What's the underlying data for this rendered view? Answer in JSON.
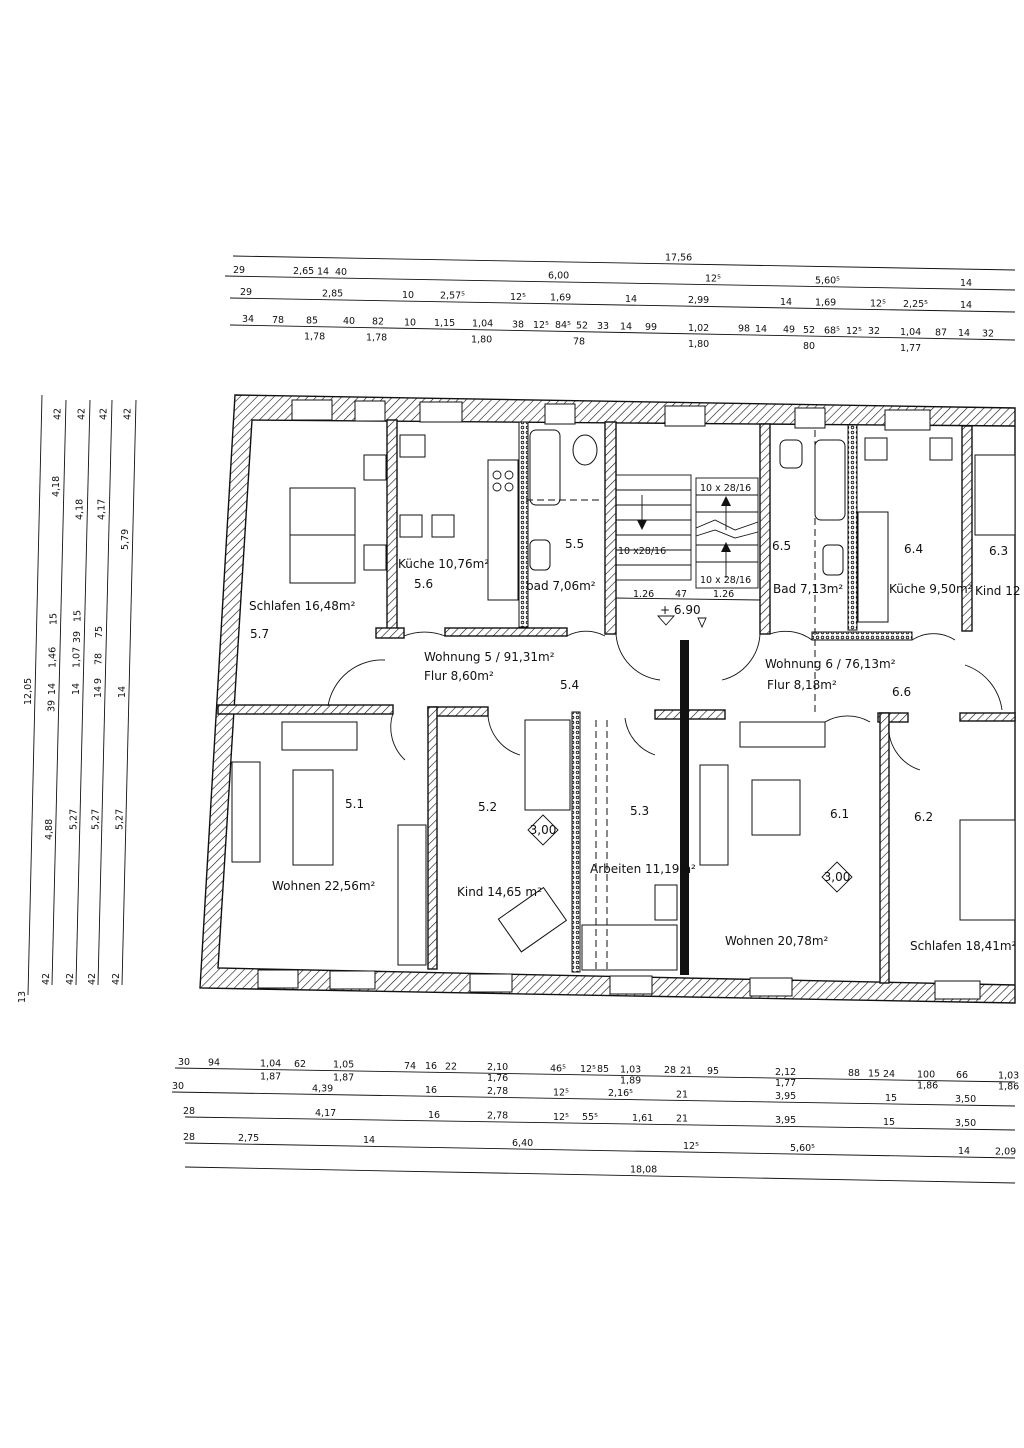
{
  "rooms": {
    "r57": {
      "name": "Schlafen 16,48m²",
      "num": "5.7"
    },
    "r56": {
      "name": "Küche 10,76m²",
      "num": "5.6"
    },
    "r55": {
      "name": "bad 7,06m²",
      "num": "5.5"
    },
    "r54": {
      "apt": "Wohnung 5 / 91,31m²",
      "name": "Flur 8,60m²",
      "num": "5.4"
    },
    "r51": {
      "name": "Wohnen 22,56m²",
      "num": "5.1"
    },
    "r52": {
      "name": "Kind 14,65 m²",
      "num": "5.2"
    },
    "r53": {
      "name": "Arbeiten 11,19m²",
      "num": "5.3"
    },
    "r65": {
      "name": "Bad 7,13m²",
      "num": "6.5"
    },
    "r64": {
      "name": "Küche 9,50m²",
      "num": "6.4"
    },
    "r63": {
      "name": "Kind 12",
      "num": "6.3"
    },
    "r66": {
      "apt": "Wohnung 6 / 76,13m²",
      "name": "Flur 8,18m²",
      "num": "6.6"
    },
    "r61": {
      "name": "Wohnen 20,78m²",
      "num": "6.1"
    },
    "r62": {
      "name": "Schlafen 18,41m²",
      "num": "6.2"
    }
  },
  "ceiling_heights": [
    "3,00",
    "3,00"
  ],
  "stair": {
    "flight_1": "10 x28/16",
    "flight_2": "10 x 28/16",
    "flight_3": "10 x 28/16",
    "landing_1": "1.26",
    "landing_gap": "47",
    "landing_2": "1.26",
    "level": "+ 6.90"
  },
  "dims_top": [
    [
      "17,56"
    ],
    [
      "29",
      "2,65",
      "14",
      "40",
      "6,00",
      "12⁵",
      "5,60⁵",
      "14"
    ],
    [
      "29",
      "2,85",
      "10",
      "2,57⁵",
      "12⁵",
      "1,69",
      "14",
      "2,99",
      "14",
      "1,69",
      "12⁵",
      "2,25⁵",
      "14"
    ],
    [
      "34",
      "78",
      "85",
      "1,78",
      "40",
      "82",
      "1,78",
      "10",
      "1,15",
      "1,04",
      "1,80",
      "38",
      "12⁵",
      "84⁵",
      "52",
      "78",
      "33",
      "14",
      "99",
      "1,02",
      "1,80",
      "98",
      "14",
      "49",
      "52",
      "80",
      "68⁵",
      "12⁵",
      "32",
      "1,04",
      "1,77",
      "87",
      "14",
      "32"
    ]
  ],
  "dims_bottom": [
    [
      "30",
      "94",
      "1,04",
      "1,87",
      "62",
      "1,05",
      "1,87",
      "74",
      "16",
      "22",
      "2,10",
      "1,76",
      "46⁵",
      "12⁵",
      "85",
      "1,03",
      "1,89",
      "28",
      "21",
      "95",
      "2,12",
      "1,77",
      "88",
      "15",
      "24",
      "100",
      "1,86",
      "66",
      "1,03",
      "1,86"
    ],
    [
      "30",
      "4,39",
      "16",
      "2,78",
      "12⁵",
      "2,16⁵",
      "21",
      "3,95",
      "15",
      "3,50"
    ],
    [
      "28",
      "4,17",
      "16",
      "2,78",
      "12⁵",
      "55⁵",
      "1,61",
      "21",
      "3,95",
      "15",
      "3,50"
    ],
    [
      "28",
      "2,75",
      "14",
      "6,40",
      "12⁵",
      "5,60⁵",
      "14",
      "2,09"
    ],
    [
      "18,08"
    ]
  ],
  "dims_left": [
    [
      "12,05",
      "13"
    ],
    [
      "42",
      "4,18",
      "15",
      "1,46",
      "14",
      "39",
      "4,88",
      "42"
    ],
    [
      "42",
      "4,18",
      "15",
      "39",
      "1,07",
      "14",
      "5,27",
      "42"
    ],
    [
      "42",
      "4,17",
      "75",
      "78",
      "9",
      "14",
      "5,27",
      "42"
    ],
    [
      "42",
      "5,79",
      "14",
      "5,27",
      "42"
    ]
  ]
}
